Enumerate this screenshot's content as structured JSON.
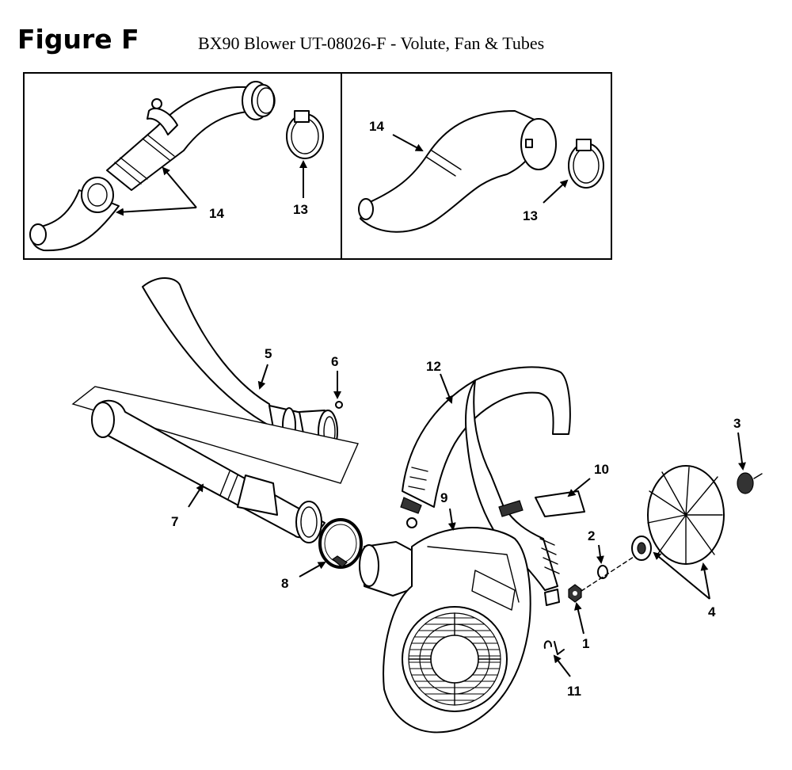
{
  "header": {
    "figure_label": "Figure F",
    "title": "BX90 Blower UT-08026-F - Volute, Fan & Tubes"
  },
  "callouts": {
    "c1": "1",
    "c2": "2",
    "c3": "3",
    "c4": "4",
    "c5": "5",
    "c6": "6",
    "c7": "7",
    "c8": "8",
    "c9": "9",
    "c10": "10",
    "c11": "11",
    "c12": "12",
    "c13a": "13",
    "c13b": "13",
    "c14a": "14",
    "c14b": "14"
  }
}
